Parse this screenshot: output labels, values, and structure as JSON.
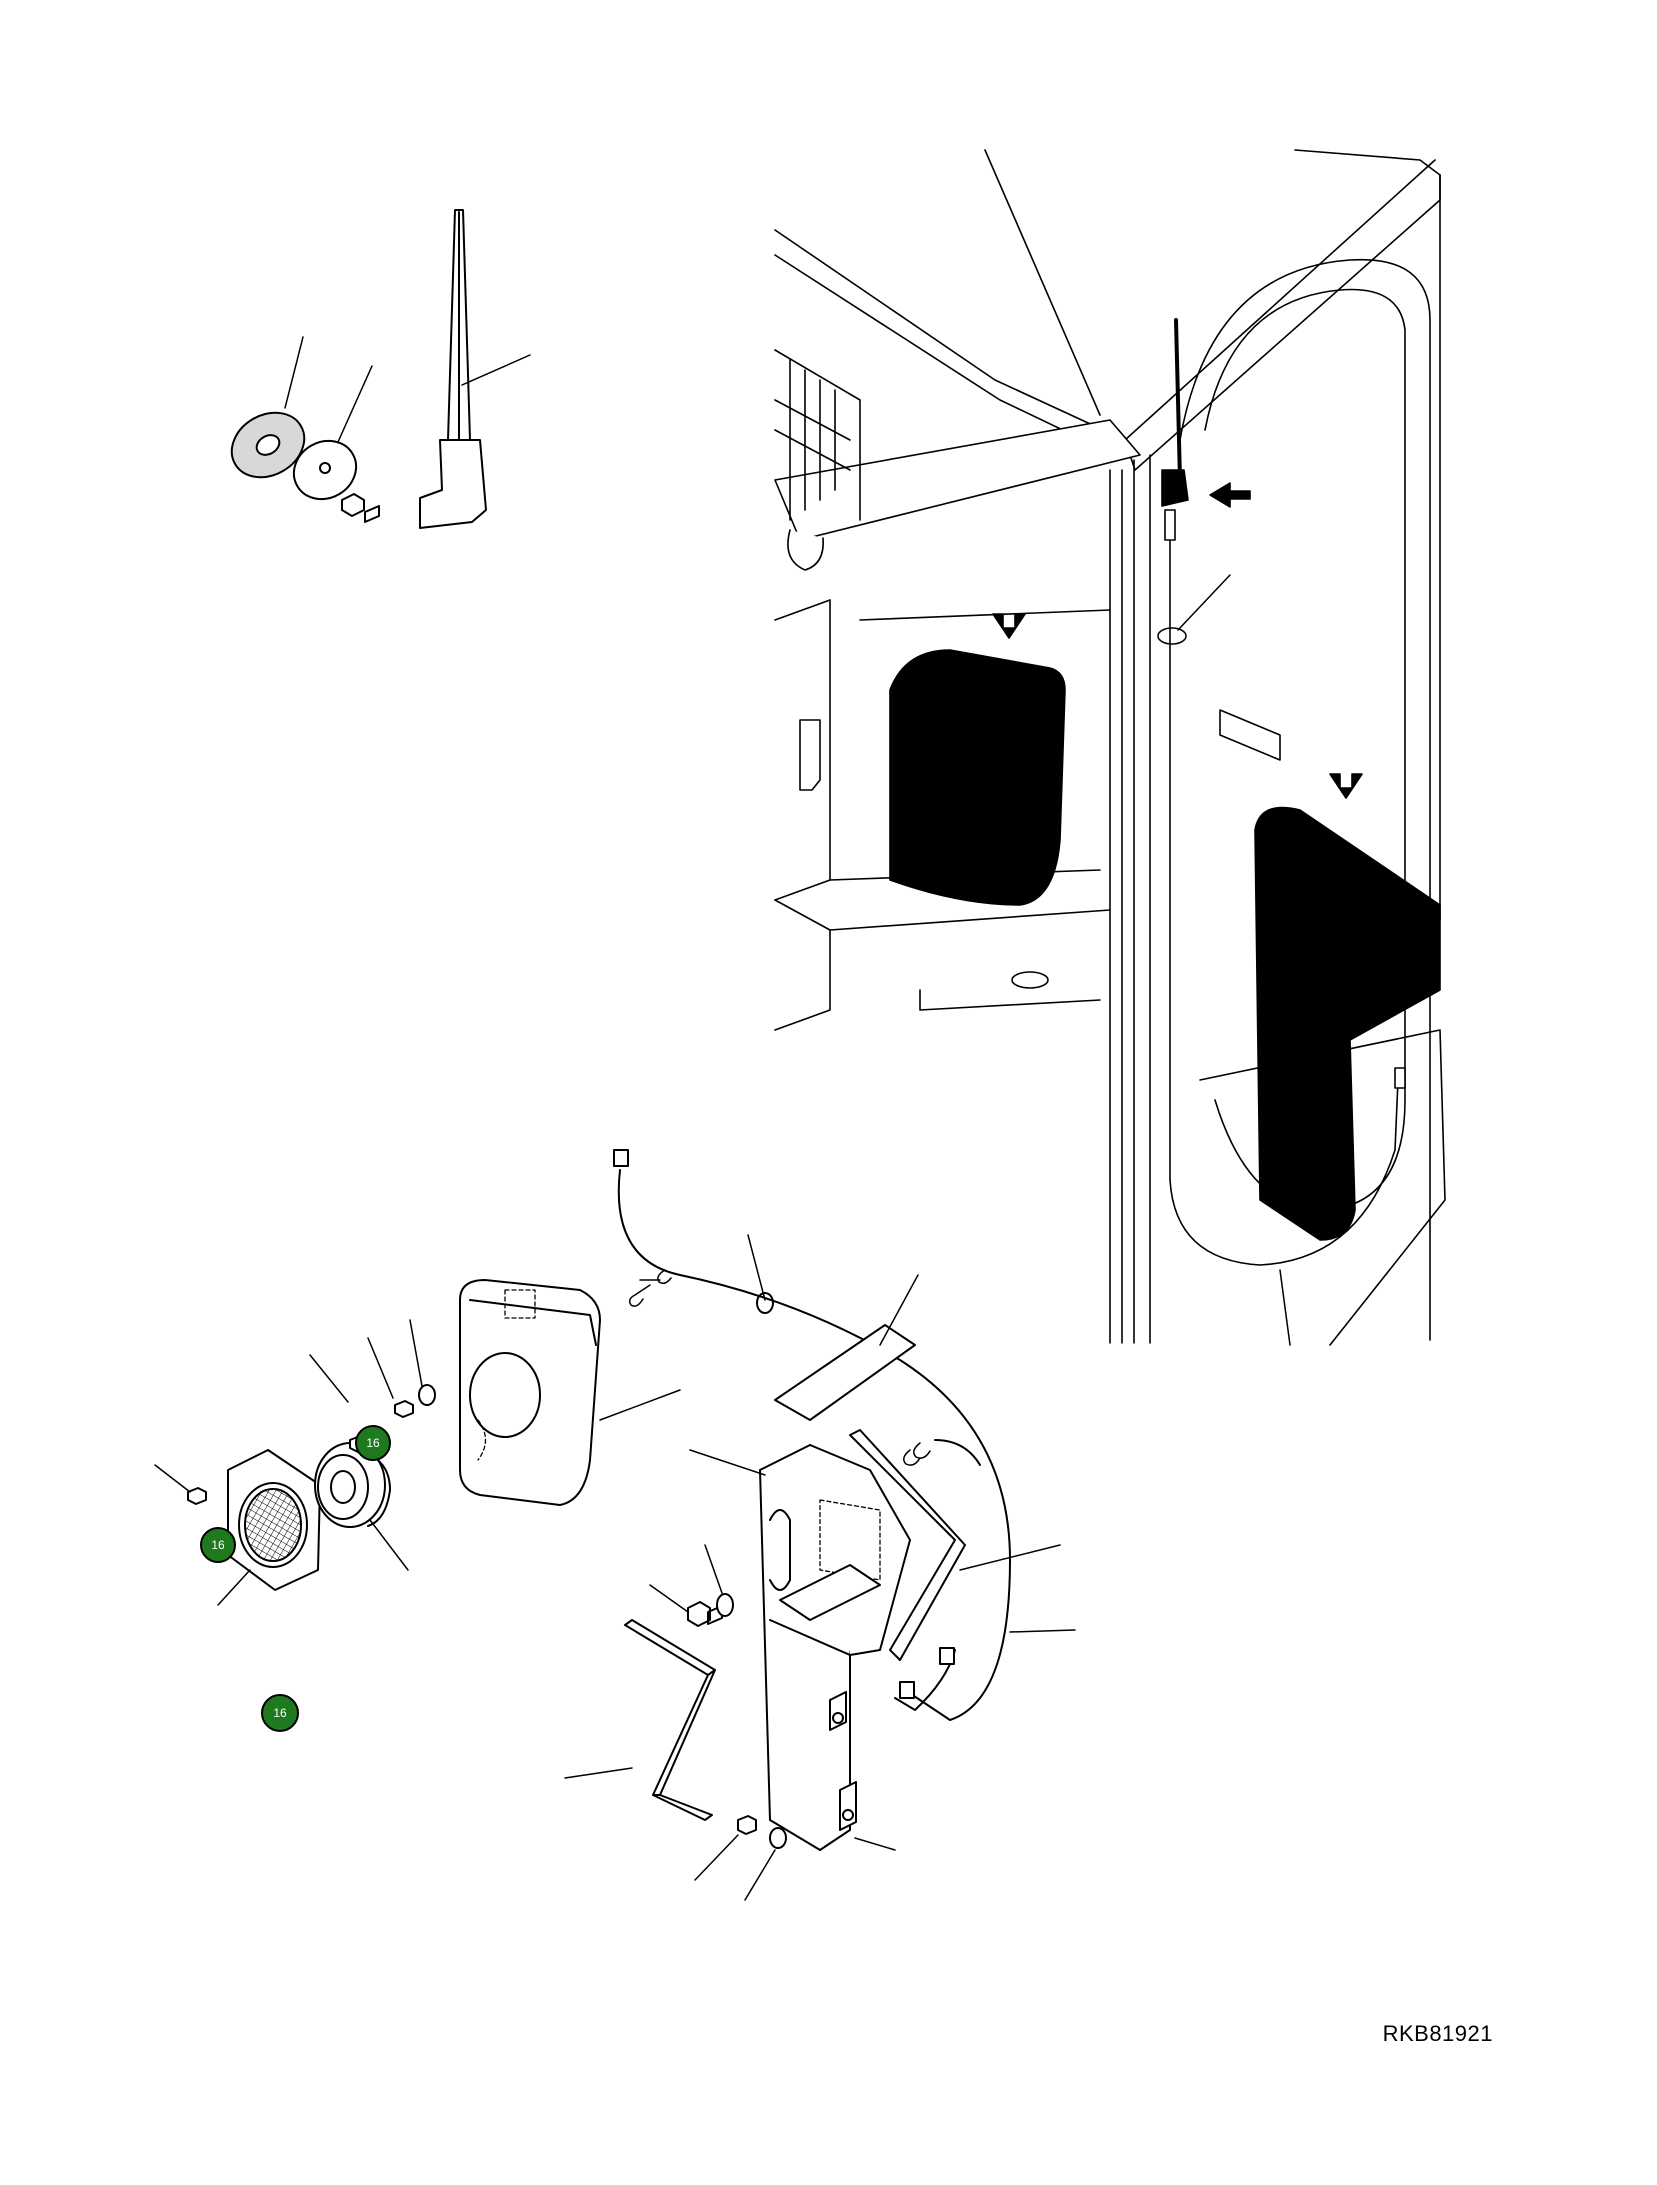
{
  "drawing_code": "RKB81921",
  "callout_badges": [
    "16",
    "16",
    "16"
  ],
  "colors": {
    "line": "#000000",
    "badge_fill": "#1f7a1f",
    "badge_text": "#ffffff",
    "background": "#ffffff"
  }
}
